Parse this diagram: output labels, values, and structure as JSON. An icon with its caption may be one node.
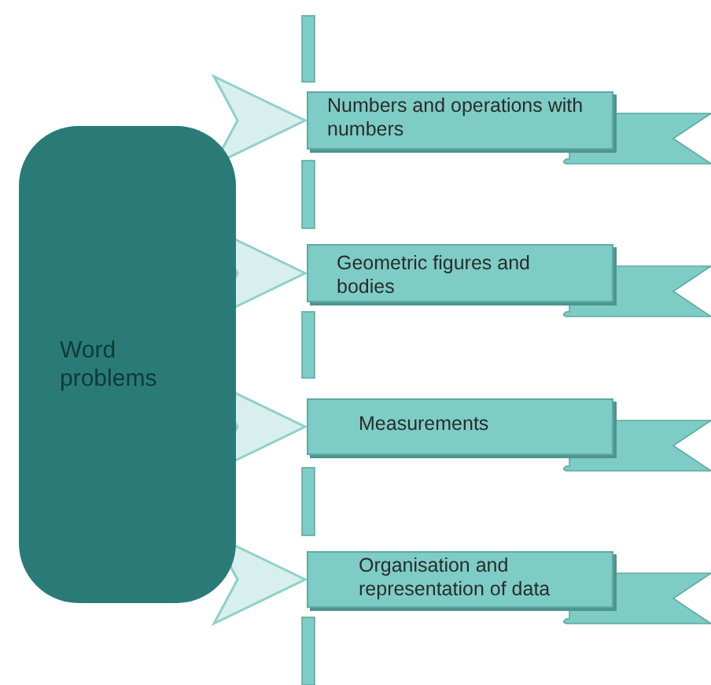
{
  "diagram": {
    "nodes": [
      {
        "text": [
          "Word problems"
        ]
      },
      {
        "text": [
          "Numbers and operations with numbers"
        ]
      },
      {
        "text": [
          "Geometric figures and bodies"
        ]
      },
      {
        "text": [
          "Measurements"
        ]
      },
      {
        "text": [
          "Organisation and representation of data"
        ]
      },
      {
        "text": [],
        "shape": "ribbon"
      },
      {
        "text": [],
        "shape": "ribbon"
      },
      {
        "text": [],
        "shape": "ribbon"
      },
      {
        "text": [],
        "shape": "ribbon"
      }
    ],
    "edges": [
      {
        "from": 0,
        "to": 1,
        "arrow": "to"
      },
      {
        "from": 0,
        "to": 2,
        "arrow": "to"
      },
      {
        "from": 0,
        "to": 3,
        "arrow": "to"
      },
      {
        "from": 0,
        "to": 4,
        "arrow": "to"
      }
    ]
  }
}
